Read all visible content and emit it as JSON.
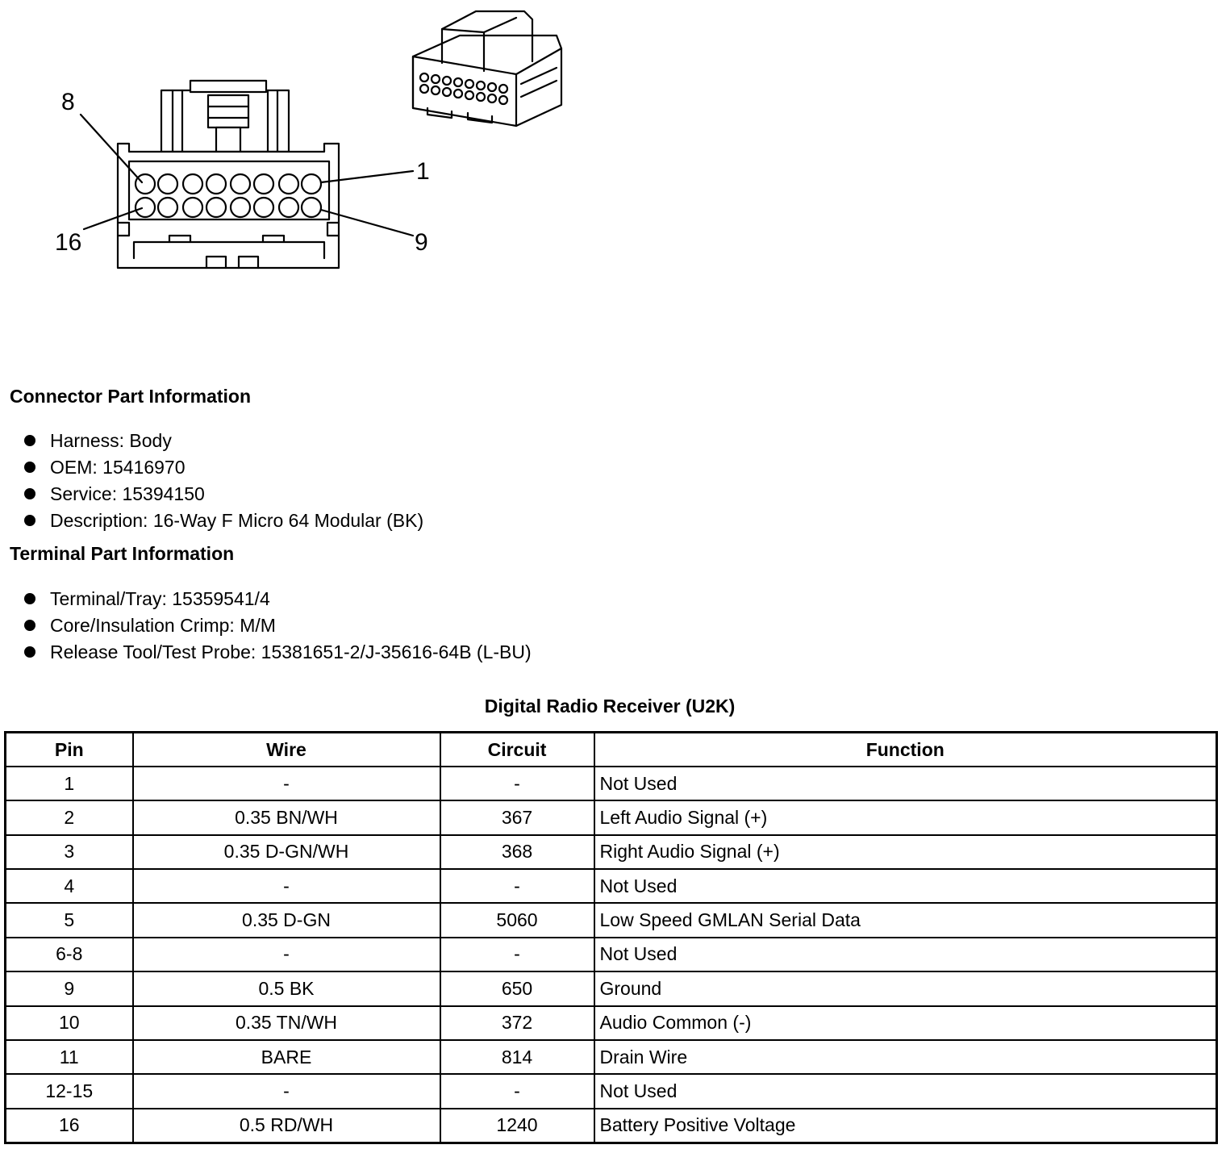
{
  "diagram": {
    "pin_callouts": [
      "8",
      "1",
      "16",
      "9"
    ]
  },
  "connector_info": {
    "heading": "Connector Part Information",
    "items": [
      "Harness: Body",
      "OEM: 15416970",
      "Service: 15394150",
      "Description: 16-Way F Micro 64 Modular (BK)"
    ]
  },
  "terminal_info": {
    "heading": "Terminal Part Information",
    "items": [
      "Terminal/Tray: 15359541/4",
      "Core/Insulation Crimp: M/M",
      "Release Tool/Test Probe: 15381651-2/J-35616-64B (L-BU)"
    ]
  },
  "pin_table": {
    "title": "Digital Radio Receiver (U2K)",
    "headers": [
      "Pin",
      "Wire",
      "Circuit",
      "Function"
    ],
    "rows": [
      [
        "1",
        "-",
        "-",
        "Not Used"
      ],
      [
        "2",
        "0.35 BN/WH",
        "367",
        "Left Audio Signal (+)"
      ],
      [
        "3",
        "0.35 D-GN/WH",
        "368",
        "Right Audio Signal (+)"
      ],
      [
        "4",
        "-",
        "-",
        "Not Used"
      ],
      [
        "5",
        "0.35 D-GN",
        "5060",
        "Low Speed GMLAN Serial Data"
      ],
      [
        "6-8",
        "-",
        "-",
        "Not Used"
      ],
      [
        "9",
        "0.5 BK",
        "650",
        "Ground"
      ],
      [
        "10",
        "0.35 TN/WH",
        "372",
        "Audio Common (-)"
      ],
      [
        "11",
        "BARE",
        "814",
        "Drain Wire"
      ],
      [
        "12-15",
        "-",
        "-",
        "Not Used"
      ],
      [
        "16",
        "0.5 RD/WH",
        "1240",
        "Battery Positive Voltage"
      ]
    ]
  }
}
